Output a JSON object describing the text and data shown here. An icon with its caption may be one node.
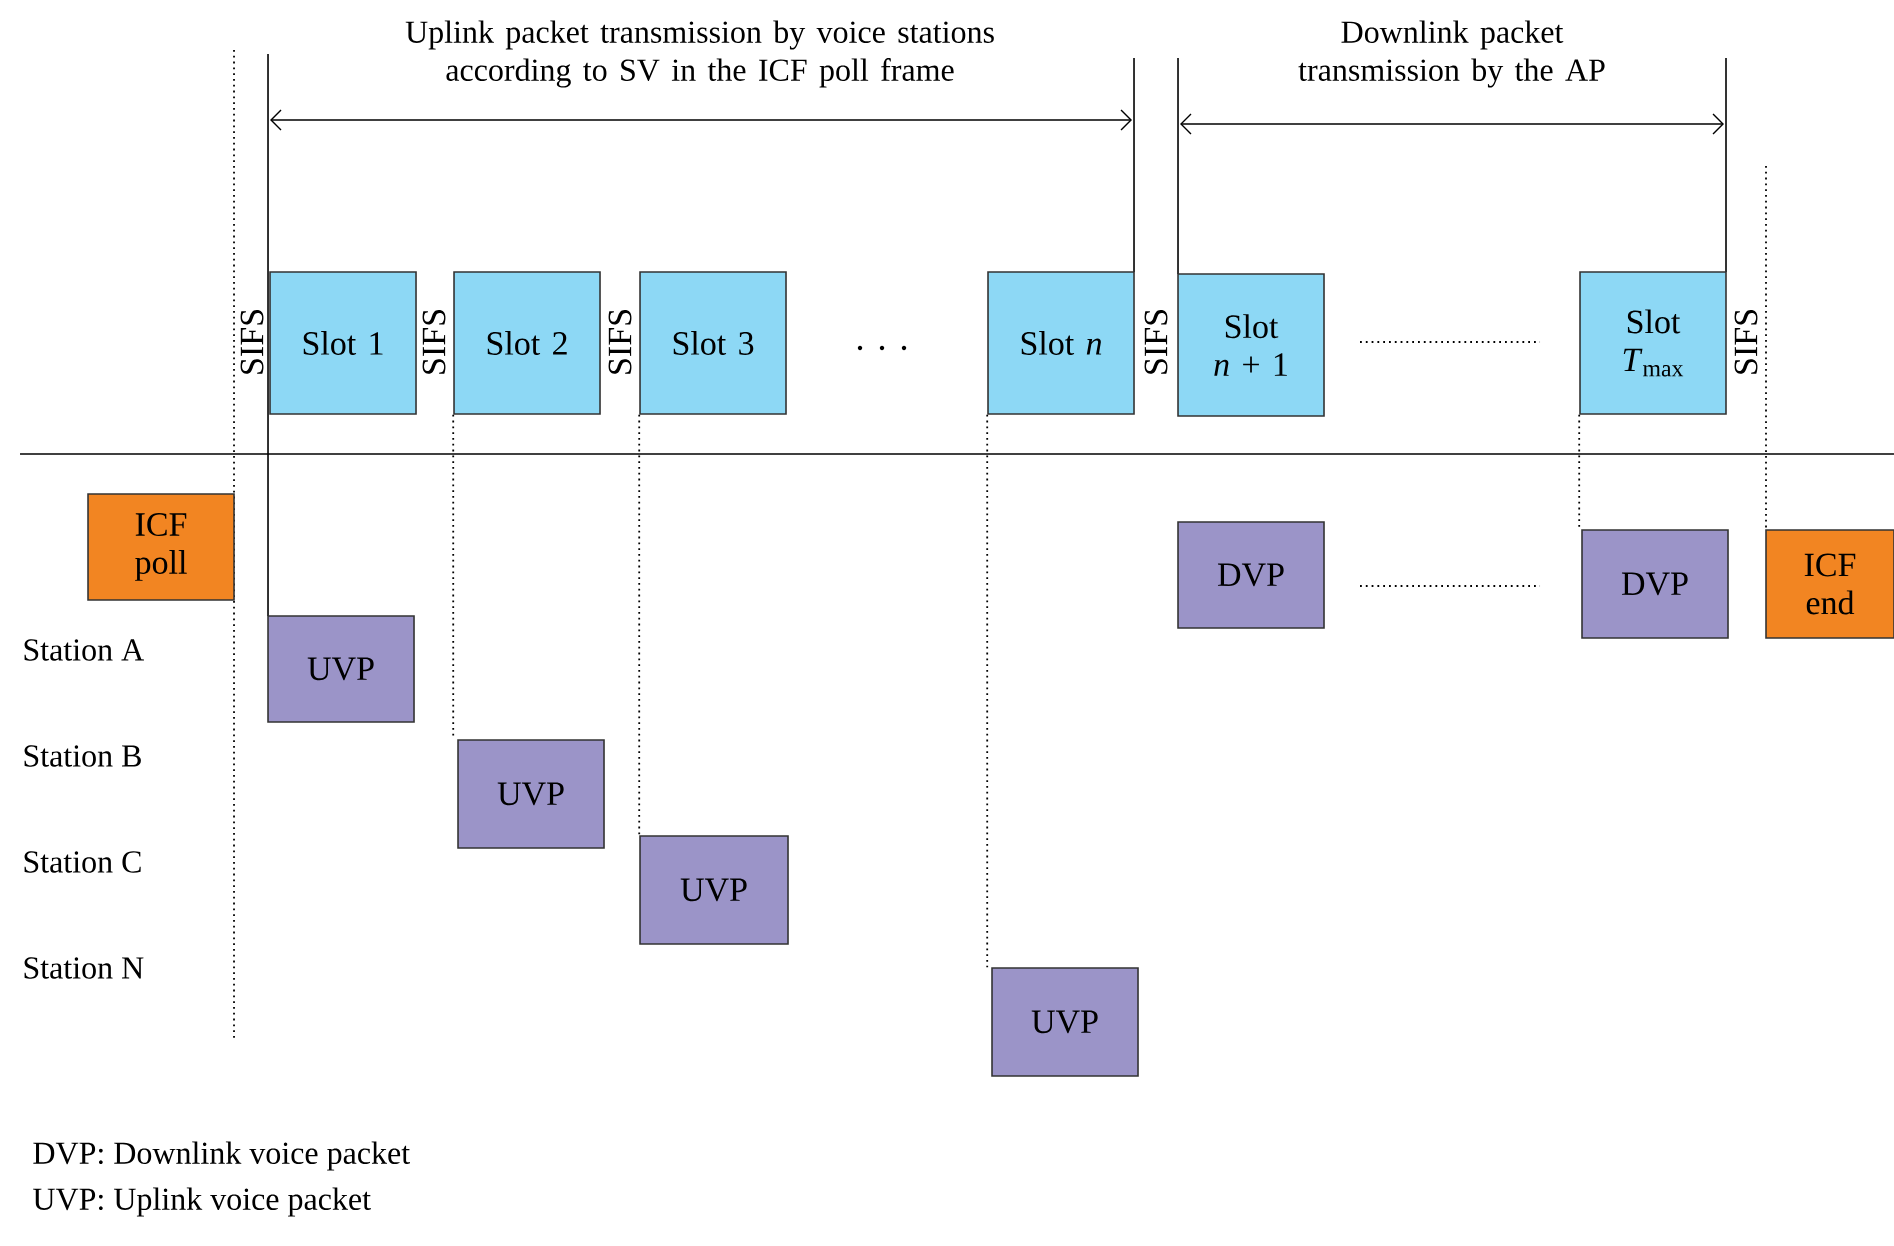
{
  "diagram": {
    "nodes": [
      {
        "text": [
          "Slot 1"
        ]
      },
      {
        "text": [
          "Slot 2"
        ]
      },
      {
        "text": [
          "Slot 3"
        ]
      },
      {
        "text": [
          "Slot *n*"
        ]
      },
      {
        "text": [
          "Slot *n* + 1"
        ]
      },
      {
        "text": [
          "Slot *T*$_{max}$"
        ]
      },
      {
        "text": [
          "ICF poll"
        ]
      },
      {
        "text": [
          "DVP"
        ]
      },
      {
        "text": [
          "DVP"
        ]
      },
      {
        "text": [
          "ICF end"
        ]
      },
      {
        "text": [
          "UVP"
        ]
      },
      {
        "text": [
          "UVP"
        ]
      },
      {
        "text": [
          "UVP"
        ]
      },
      {
        "text": [
          "UVP"
        ]
      }
    ],
    "edges": [
      {
        "from": 1,
        "to": 11,
        "arrow": "none",
        "style": "dashed"
      },
      {
        "from": 2,
        "to": 12,
        "arrow": "none",
        "style": "dashed"
      },
      {
        "from": 3,
        "to": 13,
        "arrow": "none",
        "style": "dashed"
      },
      {
        "from": 5,
        "to": 8,
        "arrow": "none",
        "style": "dashed"
      }
    ],
    "labels": [
      "Uplink packet transmission by voice stations according to SV in the ICF poll frame",
      "Downlink packet transmission by the AP",
      "SIFS",
      "SIFS",
      "SIFS",
      "SIFS",
      "SIFS",
      "Station A",
      "Station B",
      "Station C",
      "Station N",
      "DVP: Downlink voice packet",
      "UVP: Uplink voice packet"
    ]
  }
}
